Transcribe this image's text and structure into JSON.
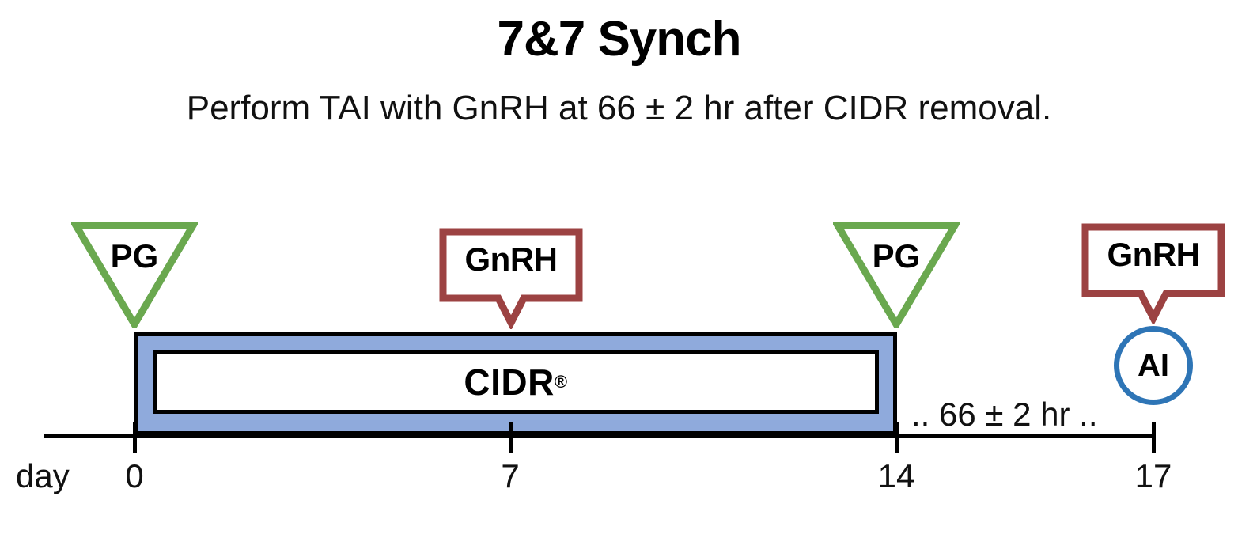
{
  "header": {
    "title": "7&7 Synch",
    "subtitle": "Perform TAI with GnRH at 66 ± 2 hr after CIDR removal."
  },
  "timeline": {
    "axis_label": "day",
    "tick_days": [
      "0",
      "7",
      "14",
      "17"
    ],
    "interval_note": ".. 66 ± 2 hr ..",
    "cidr": {
      "label": "CIDR",
      "trademark": "®",
      "start_day": "0",
      "end_day": "14"
    },
    "markers": [
      {
        "id": "pg-day-0",
        "type": "triangle",
        "label": "PG",
        "day": "0",
        "color": "#6AA84F"
      },
      {
        "id": "gnrh-day-7",
        "type": "callout",
        "label": "GnRH",
        "day": "7",
        "color": "#9C4242"
      },
      {
        "id": "pg-day-14",
        "type": "triangle",
        "label": "PG",
        "day": "14",
        "color": "#6AA84F"
      },
      {
        "id": "gnrh-day-17",
        "type": "callout",
        "label": "GnRH",
        "day": "17",
        "color": "#9C4242"
      },
      {
        "id": "ai-day-17",
        "type": "circle",
        "label": "AI",
        "day": "17",
        "color": "#2E75B6"
      }
    ]
  },
  "colors": {
    "green": "#6AA84F",
    "maroon": "#9C4242",
    "blue_fill": "#8FAADC",
    "blue_outline": "#2E75B6",
    "black": "#000000",
    "background": "#FFFFFF"
  },
  "chart_data": {
    "type": "timeline",
    "title": "7&7 Synch",
    "subtitle": "Perform TAI with GnRH at 66 ± 2 hr after CIDR removal.",
    "xlabel": "day",
    "x_ticks": [
      0,
      7,
      14,
      17
    ],
    "xlim": [
      -0.5,
      18
    ],
    "grid": false,
    "legend": "none",
    "spans": [
      {
        "name": "CIDR®",
        "start": 0,
        "end": 14,
        "fill": "#8FAADC",
        "stroke": "#000000"
      }
    ],
    "events": [
      {
        "name": "PG",
        "day": 0,
        "shape": "down-triangle",
        "color": "#6AA84F"
      },
      {
        "name": "GnRH",
        "day": 7,
        "shape": "callout-box",
        "color": "#9C4242"
      },
      {
        "name": "PG",
        "day": 14,
        "shape": "down-triangle",
        "color": "#6AA84F"
      },
      {
        "name": "GnRH",
        "day": 17,
        "shape": "callout-box",
        "color": "#9C4242"
      },
      {
        "name": "AI",
        "day": 17,
        "shape": "circle",
        "color": "#2E75B6"
      }
    ],
    "annotations": [
      {
        "text": ".. 66 ± 2 hr ..",
        "from_day": 14,
        "to_day": 17
      }
    ]
  }
}
